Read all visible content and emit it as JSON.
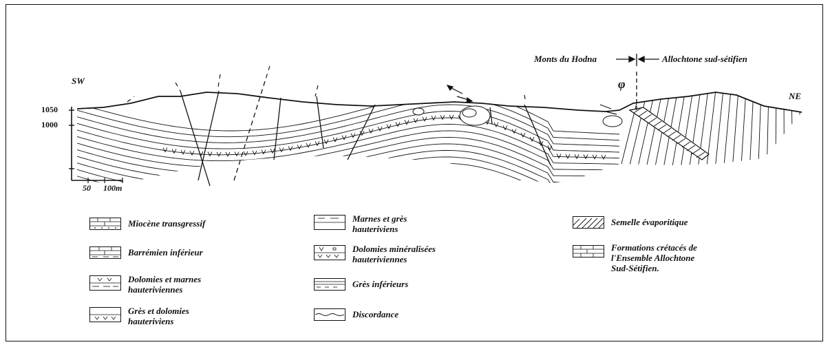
{
  "section": {
    "direction_left": "SW",
    "direction_right": "NE",
    "elevation_upper": "1050",
    "elevation_lower": "1000",
    "scale_label_1": "50",
    "scale_label_2": "100m",
    "zone_left": "Monts du Hodna",
    "zone_right": "Allochtone  sud-sétifien",
    "dip_symbol": "φ"
  },
  "legend": [
    {
      "id": "miocene",
      "line1": "Miocène transgressif",
      "line2": ""
    },
    {
      "id": "barremien",
      "line1": "Barrémien inférieur",
      "line2": ""
    },
    {
      "id": "dolomies-marnes",
      "line1": "Dolomies et marnes",
      "line2": "hauteriviennes"
    },
    {
      "id": "gres-dolomies",
      "line1": "Grès et dolomies",
      "line2": "hauteriviens"
    },
    {
      "id": "marnes-gres",
      "line1": "Marnes et grès",
      "line2": "hauteriviens"
    },
    {
      "id": "dolomies-min",
      "line1": "Dolomies minéralisées",
      "line2": "hauteriviennes"
    },
    {
      "id": "gres-inf",
      "line1": "Grès inférieurs",
      "line2": ""
    },
    {
      "id": "discordance",
      "line1": "Discordance",
      "line2": ""
    },
    {
      "id": "semelle",
      "line1": "Semelle évaporitique",
      "line2": ""
    },
    {
      "id": "formations",
      "line1": "Formations crétacés de",
      "line2": "l'Ensemble Allochtone",
      "line3": "Sud-Sétifien."
    }
  ]
}
